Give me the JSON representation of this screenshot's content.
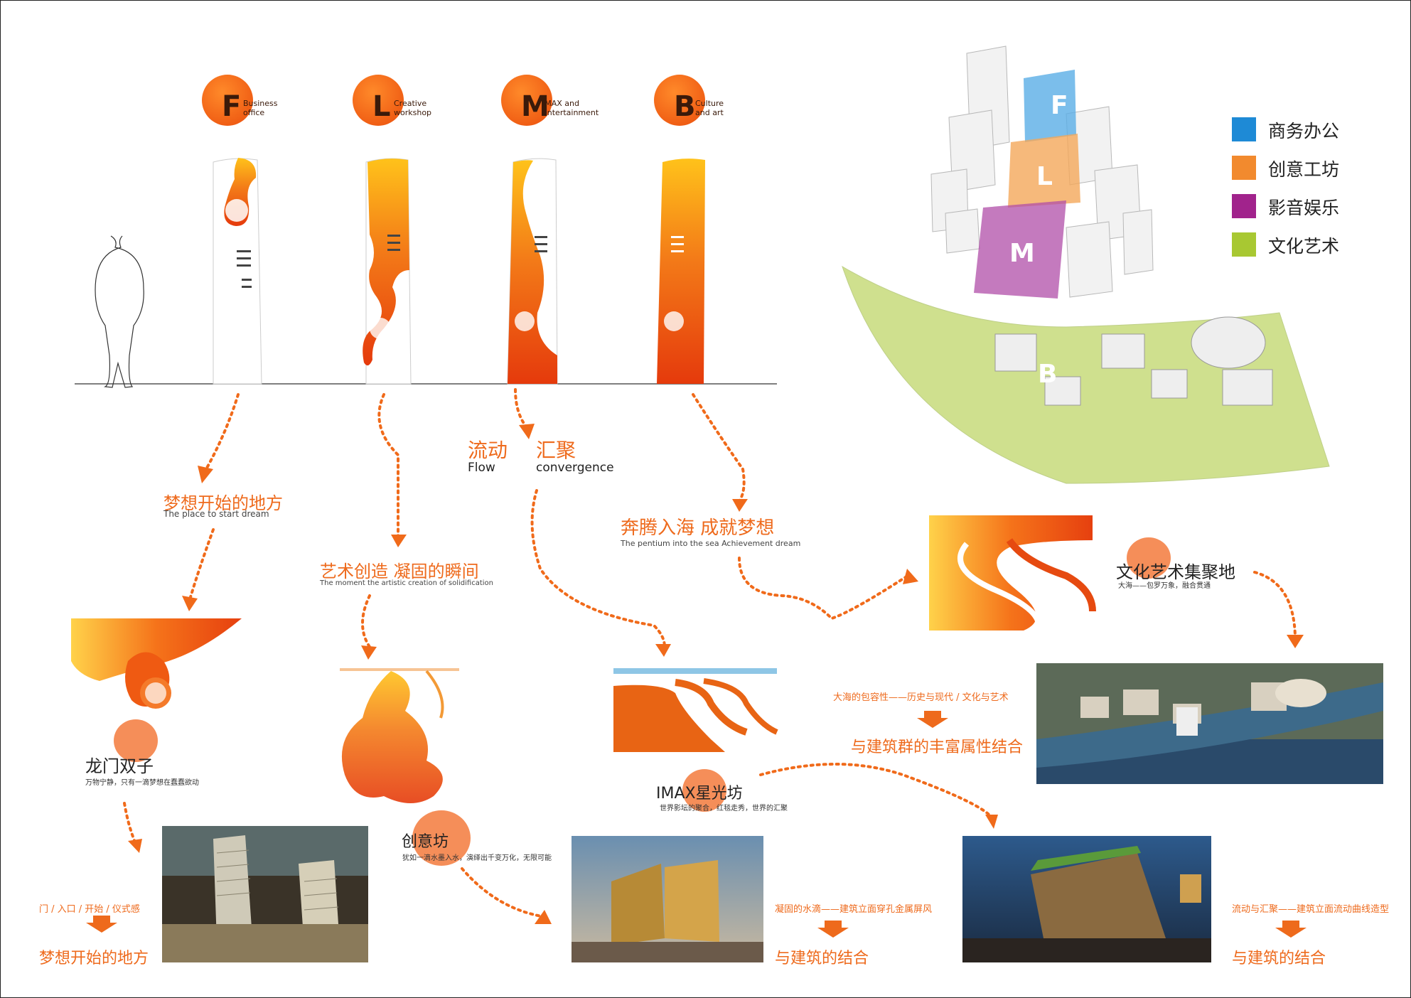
{
  "categories": [
    {
      "letter": "F",
      "line1": "Business",
      "line2": "office"
    },
    {
      "letter": "L",
      "line1": "Creative",
      "line2": "workshop"
    },
    {
      "letter": "M",
      "line1": "IMAX and",
      "line2": "entertainment"
    },
    {
      "letter": "B",
      "line1": "Culture",
      "line2": "and art"
    }
  ],
  "legend": [
    {
      "label": "商务办公",
      "color": "#1e8ad6"
    },
    {
      "label": "创意工坊",
      "color": "#f28a2e"
    },
    {
      "label": "影音娱乐",
      "color": "#a1238c"
    },
    {
      "label": "文化艺术",
      "color": "#a8c832"
    }
  ],
  "map_labels": {
    "f": "F",
    "l": "L",
    "m": "M",
    "b": "B"
  },
  "flow": {
    "cn1": "流动",
    "en1": "Flow",
    "cn2": "汇聚",
    "en2": "convergence"
  },
  "dream": {
    "cn": "梦想开始的地方",
    "en": "The place to start dream"
  },
  "art": {
    "cn": "艺术创造  凝固的瞬间",
    "en": "The moment the artistic creation of solidification"
  },
  "sea": {
    "cn": "奔腾入海  成就梦想",
    "en": "The pentium into the sea Achievement dream"
  },
  "culture_hub": {
    "cn": "文化艺术集聚地",
    "sub": "大海——包罗万象，融合贯通"
  },
  "longmen": {
    "cn": "龙门双子",
    "sub": "万物宁静，只有一滴梦想在蠢蠢欲动"
  },
  "imax": {
    "cn": "IMAX星光坊",
    "sub": "世界影坛的聚合，红毯走秀，世界的汇聚"
  },
  "chuangyi": {
    "cn": "创意坊",
    "sub": "犹如一滴水墨入水，演绎出千变万化，无限可能"
  },
  "sea_tolerance": {
    "text": "大海的包容性——历史与现代 / 文化与艺术",
    "result": "与建筑群的丰富属性结合"
  },
  "door": {
    "text": "门 / 入口 / 开始 / 仪式感",
    "result": "梦想开始的地方"
  },
  "ink": {
    "text": "凝固的水滴——建筑立面穿孔金属屏风",
    "result": "与建筑的结合"
  },
  "flowing": {
    "text": "流动与汇聚——建筑立面流动曲线造型",
    "result": "与建筑的结合"
  },
  "logo_text": "龙门双子"
}
